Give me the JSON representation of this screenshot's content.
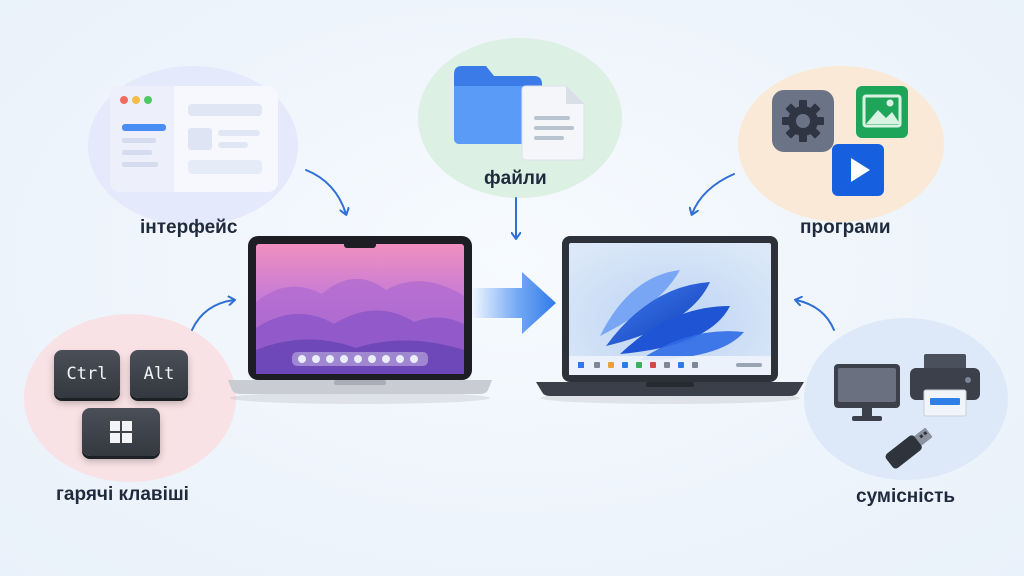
{
  "labels": {
    "interface": "інтерфейс",
    "files": "файли",
    "programs": "програми",
    "hotkeys": "гарячі клавіші",
    "compatibility": "сумісність"
  },
  "keys": {
    "ctrl": "Ctrl",
    "alt": "Alt"
  },
  "colors": {
    "interface_bubble": "#e3e8fb",
    "files_bubble": "#dcefe3",
    "programs_bubble": "#fbe9d6",
    "hotkeys_bubble": "#f9e2e4",
    "compat_bubble": "#dde9f8",
    "arrow": "#2f6fd6",
    "transfer_arrow": "#3d86f0"
  },
  "icons": [
    "browser-window-icon",
    "folder-icon",
    "document-icon",
    "gear-icon",
    "image-icon",
    "play-icon",
    "windows-logo-icon",
    "monitor-icon",
    "printer-icon",
    "usb-drive-icon",
    "macbook-laptop",
    "windows-laptop"
  ]
}
